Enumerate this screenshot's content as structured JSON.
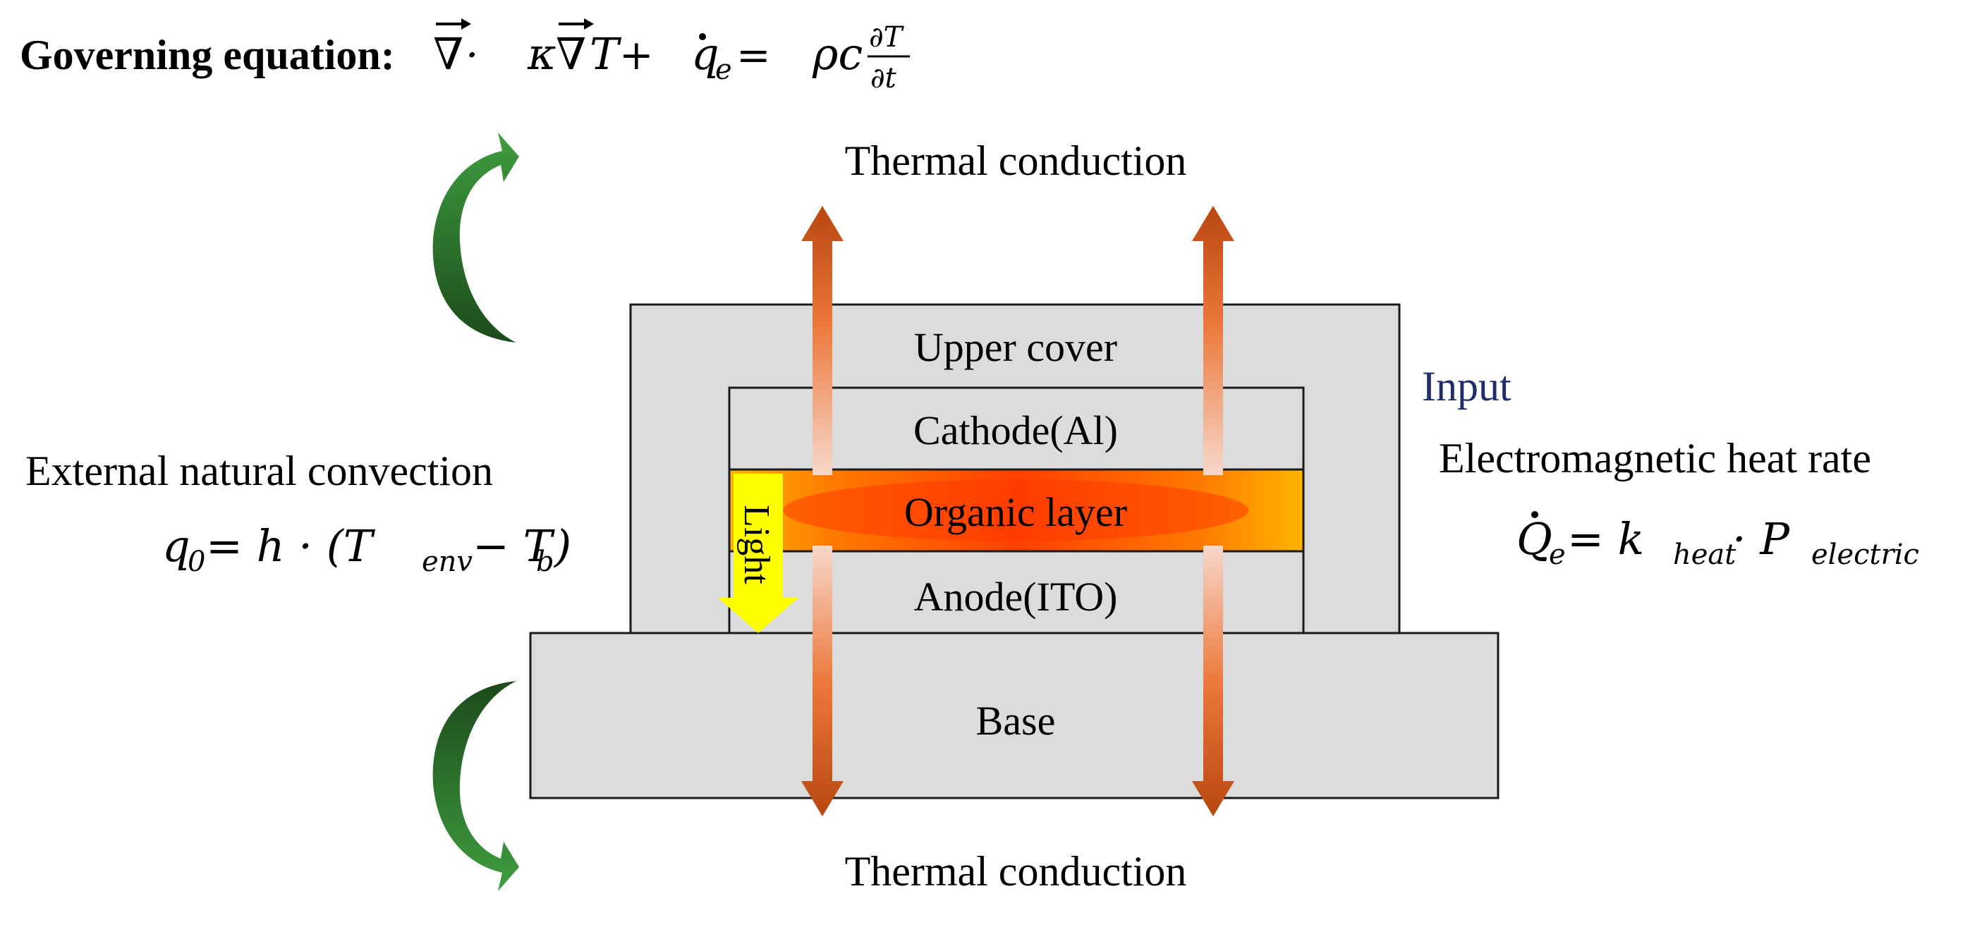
{
  "governing": {
    "label": "Governing equation:",
    "lhs_nabla": "∇",
    "dot": " · ",
    "kappa": "κ",
    "nabla2": "∇",
    "T": "T",
    "plus": " + ",
    "q": "q",
    "e": "e",
    "equals": " = ",
    "rho_c": "ρc",
    "num": "∂T",
    "den": "∂t"
  },
  "labels": {
    "thermal_top": "Thermal conduction",
    "thermal_bottom": "Thermal conduction",
    "upper_cover": "Upper cover",
    "cathode": "Cathode(Al)",
    "organic": "Organic layer",
    "anode": "Anode(ITO)",
    "base": "Base",
    "light": "Light",
    "input": "Input",
    "em_heat_rate": "Electromagnetic heat rate",
    "external_convection": "External natural convection"
  },
  "convection_eq": {
    "q": "q",
    "q_sub": "0",
    "mid": " = h · (T",
    "env": "env",
    "minus": " − T",
    "b": "b",
    "close": ")"
  },
  "heat_eq": {
    "Q": "Q",
    "Q_sub": "e",
    "mid": " = k",
    "heat": "heat",
    "dot": " · P",
    "electric": "electric"
  },
  "colors": {
    "layer_fill": "#dcdcdc",
    "outline": "#1a1a1a",
    "input_text": "#1f2d6b",
    "arrow_dark": "#b8470f",
    "arrow_light": "#f6d2c2",
    "organic_core": "#ff4a00",
    "organic_edge": "#ffb000",
    "light_arrow": "#ffff00",
    "convection_green_light": "#3c9a3c",
    "convection_green_dark": "#1b4f1b"
  }
}
